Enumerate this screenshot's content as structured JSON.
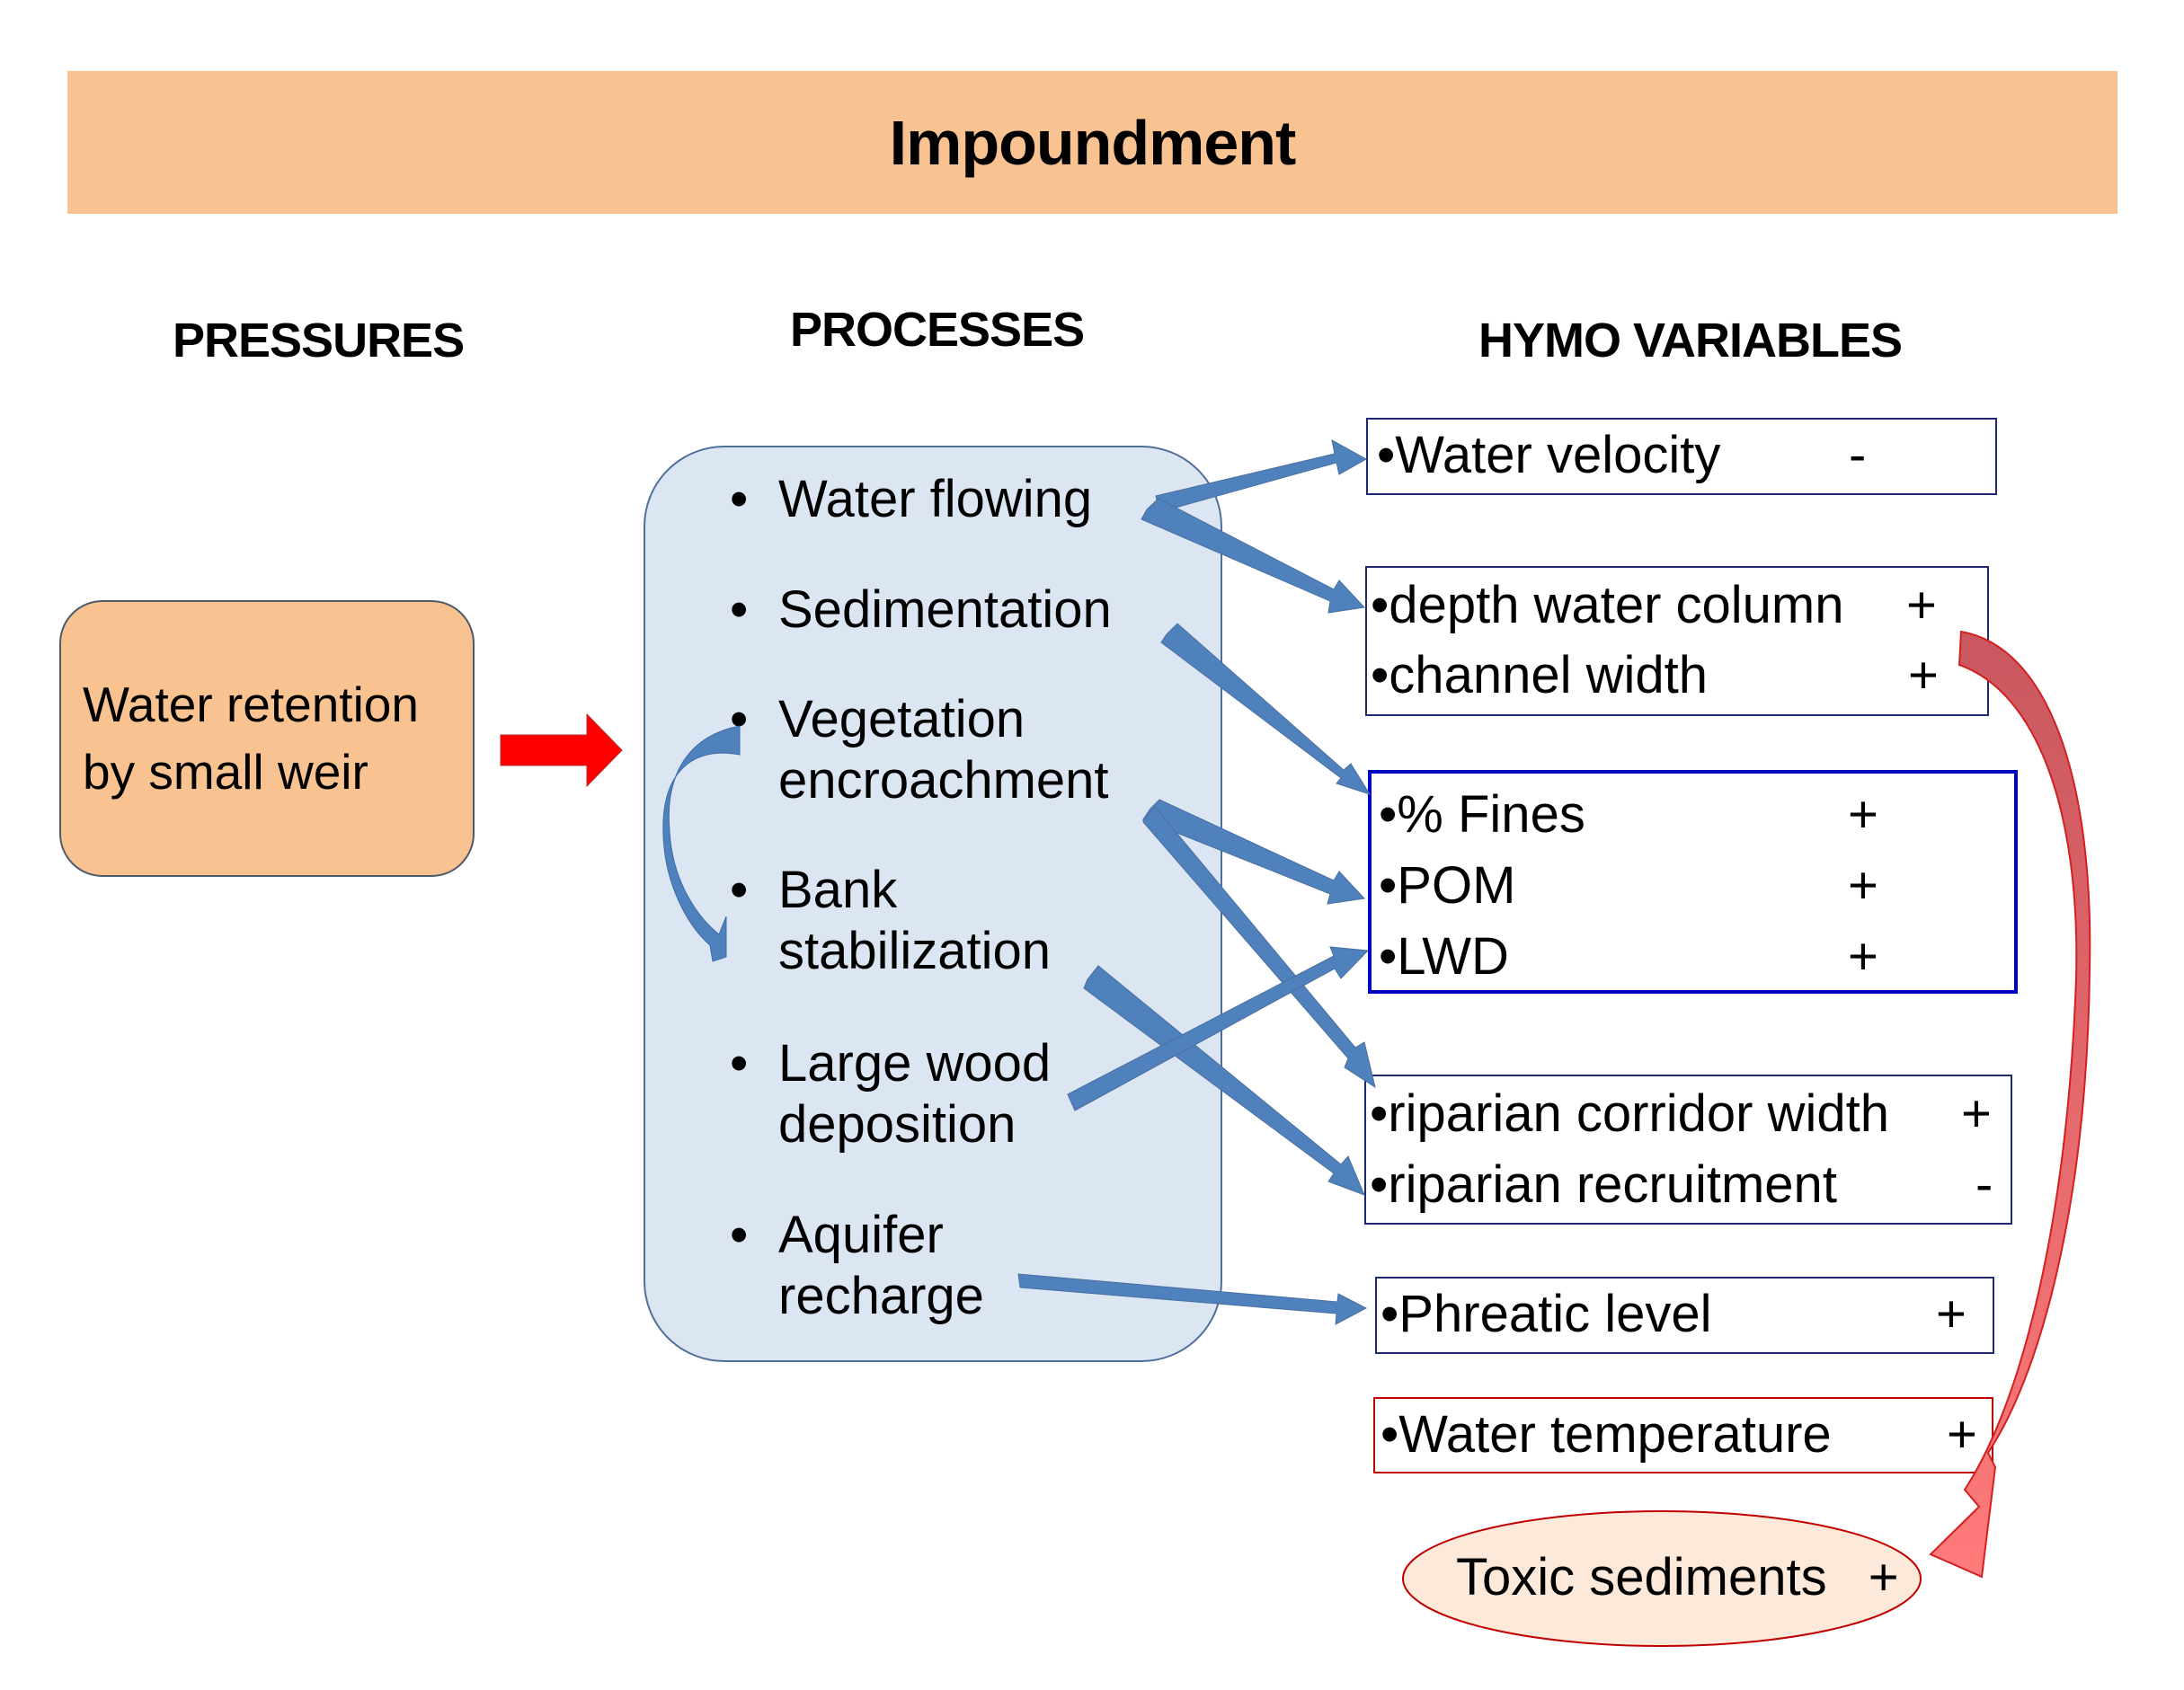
{
  "title": "Impoundment",
  "columns": {
    "pressures": "PRESSURES",
    "processes": "PROCESSES",
    "hymo": "HYMO VARIABLES"
  },
  "pressure": {
    "lines": [
      "Water retention",
      "by small weir"
    ]
  },
  "processes": [
    {
      "bullet": "•",
      "lines": [
        "Water flowing"
      ]
    },
    {
      "bullet": "•",
      "lines": [
        "Sedimentation"
      ]
    },
    {
      "bullet": "•",
      "lines": [
        "Vegetation",
        "encroachment"
      ]
    },
    {
      "bullet": "•",
      "lines": [
        "Bank",
        "stabilization"
      ]
    },
    {
      "bullet": "•",
      "lines": [
        "Large wood",
        "deposition"
      ]
    },
    {
      "bullet": "•",
      "lines": [
        "Aquifer",
        "recharge"
      ]
    }
  ],
  "hymo_groups": [
    {
      "items": [
        {
          "label": "•Water velocity",
          "sign": "-"
        }
      ]
    },
    {
      "items": [
        {
          "label": "•depth water column",
          "sign": "+"
        },
        {
          "label": "•channel width",
          "sign": "+"
        }
      ]
    },
    {
      "items": [
        {
          "label": "•% Fines",
          "sign": "+"
        },
        {
          "label": "•POM",
          "sign": "+"
        },
        {
          "label": "•LWD",
          "sign": "+"
        }
      ]
    },
    {
      "items": [
        {
          "label": "•riparian corridor width",
          "sign": "+"
        },
        {
          "label": "•riparian recruitment",
          "sign": "-"
        }
      ]
    },
    {
      "items": [
        {
          "label": "•Phreatic level",
          "sign": "+"
        }
      ]
    },
    {
      "items": [
        {
          "label": "•Water temperature",
          "sign": "+"
        }
      ]
    }
  ],
  "toxic": {
    "label": "Toxic sediments",
    "sign": "+"
  },
  "colors": {
    "banner": "#f8c291",
    "pressure_fill": "#f8c291",
    "process_fill": "#dce6f2",
    "blue_arrow": "#4f81bd",
    "red_arrow": "#ff0000",
    "curved_red": "#d0626a",
    "fines_border": "#0000c0",
    "temp_border": "#c00000",
    "toxic_fill": "#fde9d9"
  }
}
